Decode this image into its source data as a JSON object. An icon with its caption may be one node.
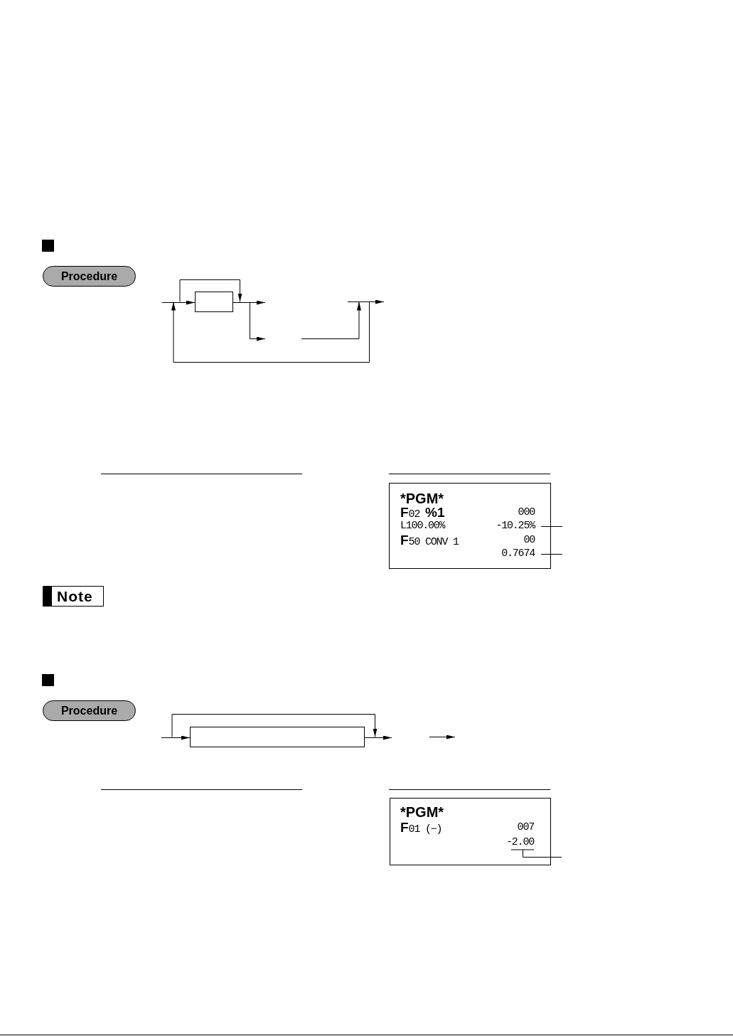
{
  "diagram": {
    "nodes": [
      {
        "text": [
          "Procedure"
        ]
      },
      {
        "text": [],
        "shape": "box"
      },
      {
        "text": [
          "*PGM*",
          "**F**02 **%1**",
          "000",
          "L100.00%",
          "**F**50 CONV 1",
          "00"
        ]
      },
      {
        "text": [
          "-10.25%"
        ],
        "in": 2
      },
      {
        "text": [
          "0.7674"
        ],
        "in": 2
      },
      {
        "text": [
          "Note"
        ]
      },
      {
        "text": [
          "Procedure"
        ]
      },
      {
        "text": [],
        "shape": "box"
      },
      {
        "text": [
          "*PGM*",
          "**F**01 (−)",
          "007"
        ]
      },
      {
        "text": [
          "-2.00"
        ],
        "in": 8
      }
    ],
    "edges": [
      {
        "from": null,
        "to": 1,
        "arrow": "to"
      },
      {
        "from": 1,
        "to": null,
        "arrow": "to"
      },
      {
        "from": 1,
        "to": null,
        "arrow": "to"
      },
      {
        "from": null,
        "to": 3,
        "arrow": "none"
      },
      {
        "from": null,
        "to": 4,
        "arrow": "none"
      },
      {
        "from": null,
        "to": 7,
        "arrow": "to"
      },
      {
        "from": 7,
        "to": null,
        "arrow": "to"
      },
      {
        "from": null,
        "to": 9,
        "arrow": "none"
      }
    ]
  }
}
